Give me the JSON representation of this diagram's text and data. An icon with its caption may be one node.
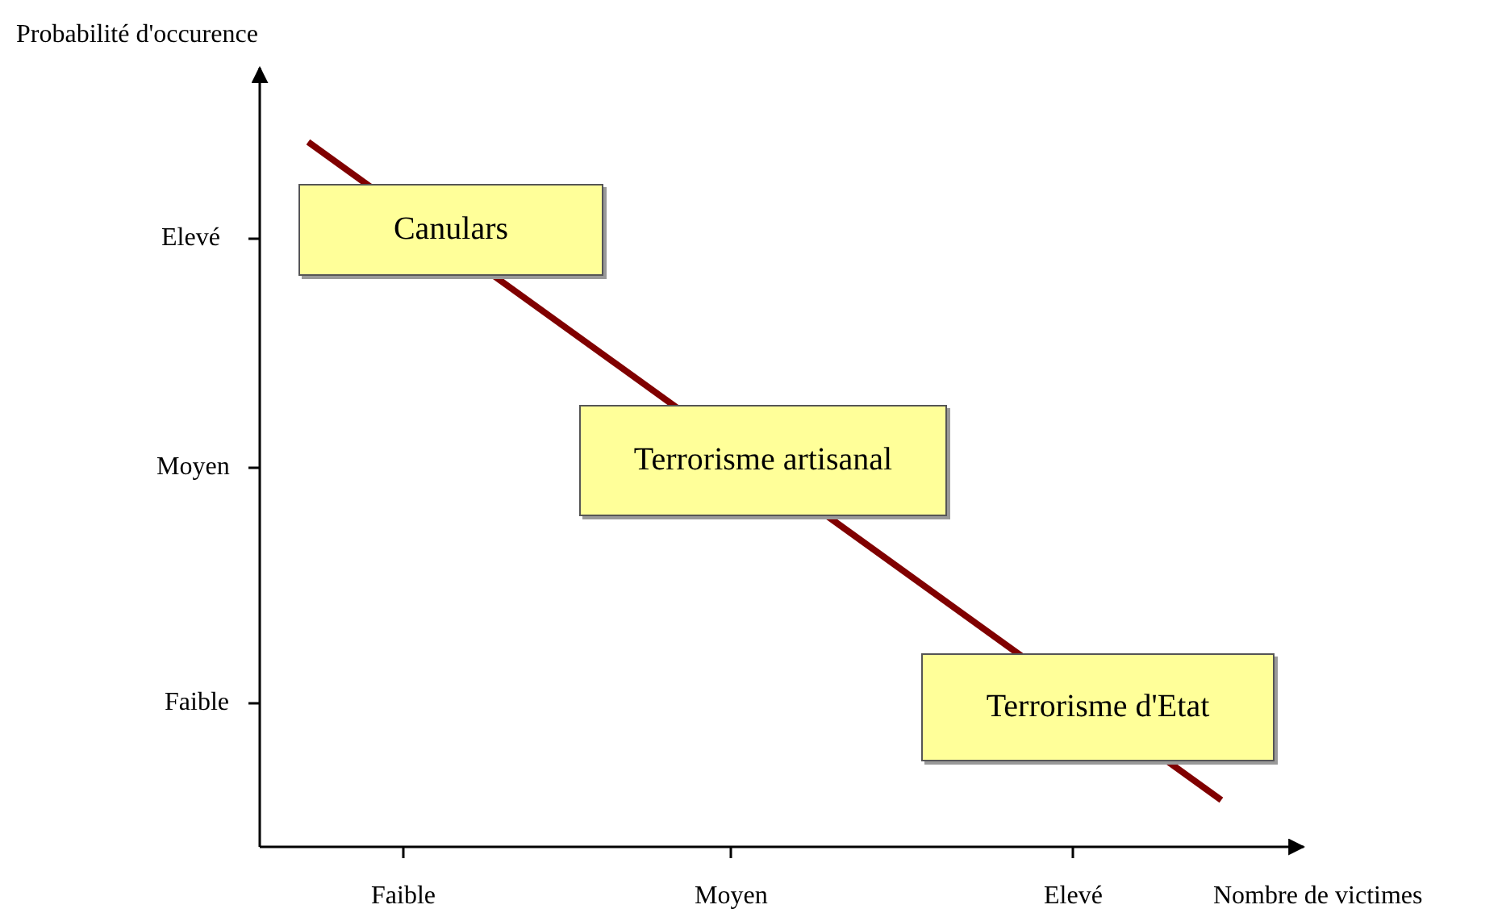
{
  "diagram": {
    "nodes": [
      {
        "text": [
          "Canulars"
        ]
      },
      {
        "text": [
          "Terrorisme artisanal"
        ]
      },
      {
        "text": [
          "Terrorisme d'Etat"
        ]
      }
    ],
    "labels": [
      "Probabilité d'occurence",
      "Elevé",
      "Moyen",
      "Faible",
      "Faible",
      "Moyen",
      "Elevé",
      "Nombre de victimes"
    ]
  }
}
